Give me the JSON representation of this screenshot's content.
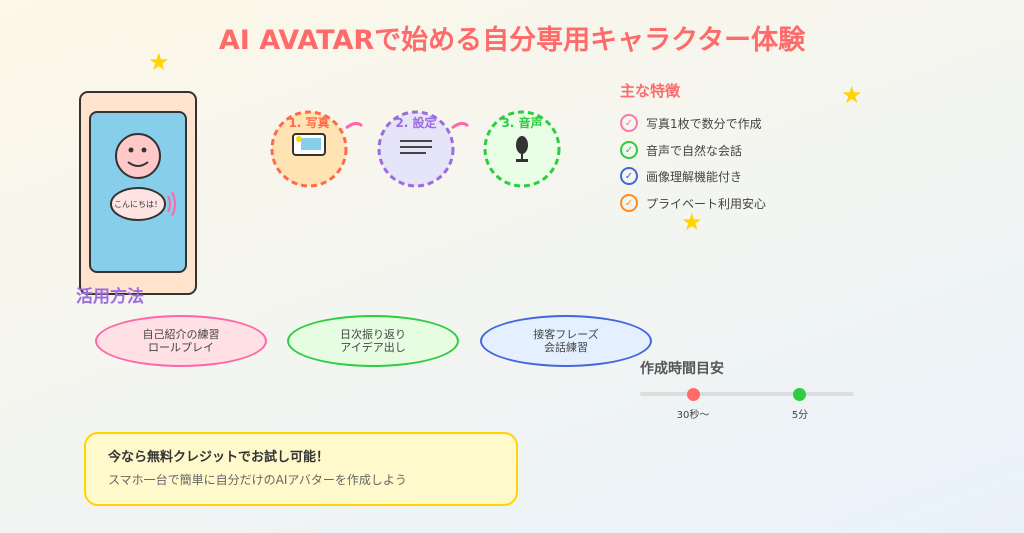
{
  "title": "AI AVATARで始める自分専用キャラクター体験",
  "phone": {
    "speech": "こんにちは！"
  },
  "steps": [
    {
      "label": "1. 写真",
      "color": "#ff6b4a",
      "fill": "#ffe3b3",
      "icon": "photo-icon"
    },
    {
      "label": "2. 設定",
      "color": "#9b6ce0",
      "fill": "#e6e4f8",
      "icon": "settings-lines-icon"
    },
    {
      "label": "3. 音声",
      "color": "#2ecc40",
      "fill": "#eafde6",
      "icon": "microphone-icon"
    }
  ],
  "features": {
    "title": "主な特徴",
    "items": [
      {
        "text": "写真1枚で数分で作成",
        "color": "#ff77aa"
      },
      {
        "text": "音声で自然な会話",
        "color": "#2ecc40"
      },
      {
        "text": "画像理解機能付き",
        "color": "#4466dd"
      },
      {
        "text": "プライベート利用安心",
        "color": "#ff8c1a"
      }
    ],
    "check": "✓"
  },
  "uses": {
    "title": "活用方法",
    "items": [
      {
        "line1": "自己紹介の練習",
        "line2": "ロールプレイ",
        "color": "#ff66aa",
        "fill": "#ffe0e4"
      },
      {
        "line1": "日次振り返り",
        "line2": "アイデア出し",
        "color": "#2ecc40",
        "fill": "#e6fde2"
      },
      {
        "line1": "接客フレーズ",
        "line2": "会話練習",
        "color": "#4466dd",
        "fill": "#e4f0ff"
      }
    ]
  },
  "time": {
    "title": "作成時間目安",
    "points": [
      {
        "label": "30秒〜",
        "color": "#ff6b6b"
      },
      {
        "label": "5分",
        "color": "#2ecc40"
      }
    ]
  },
  "cta": {
    "heading": "今なら無料クレジットでお試し可能！",
    "sub": "スマホ一台で簡単に自分だけのAIアバターを作成しよう"
  }
}
